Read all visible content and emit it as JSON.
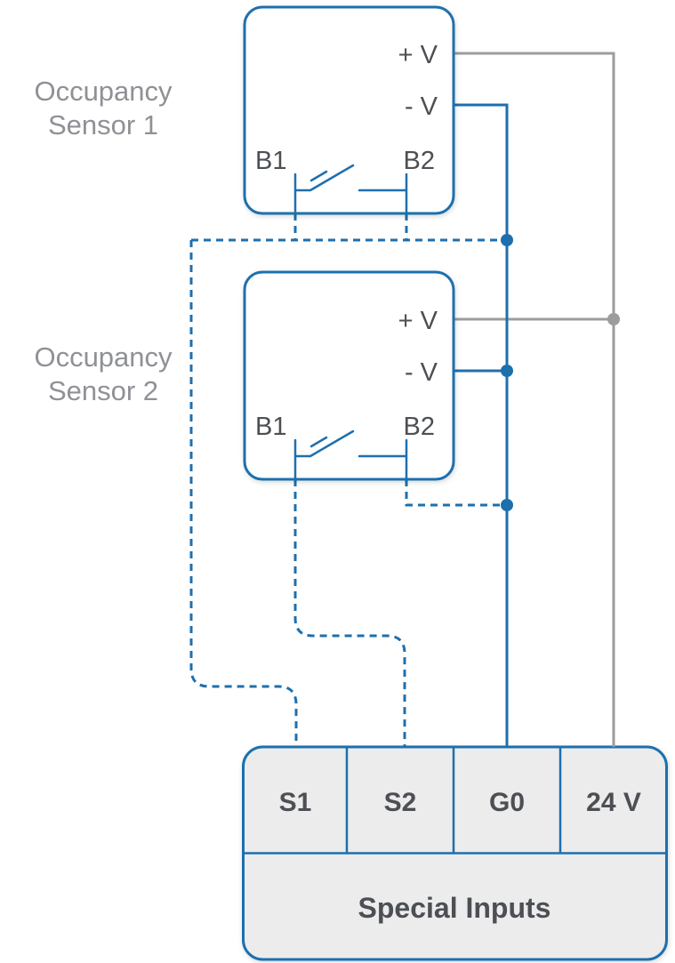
{
  "diagram": {
    "sensor1": {
      "label_line1": "Occupancy",
      "label_line2": "Sensor 1",
      "pin_plus": "+ V",
      "pin_minus": "- V",
      "pin_b1": "B1",
      "pin_b2": "B2"
    },
    "sensor2": {
      "label_line1": "Occupancy",
      "label_line2": "Sensor 2",
      "pin_plus": "+ V",
      "pin_minus": "- V",
      "pin_b1": "B1",
      "pin_b2": "B2"
    },
    "terminal_block": {
      "title": "Special Inputs",
      "terminal_s1": "S1",
      "terminal_s2": "S2",
      "terminal_g0": "G0",
      "terminal_24v": "24 V"
    }
  },
  "colors": {
    "wire_blue": "#1e6fae",
    "wire_gray": "#9c9c9c",
    "text_dark": "#4c4f54",
    "label_gray": "#8f9196",
    "block_fill": "#ececec",
    "box_fill": "#ffffff"
  }
}
